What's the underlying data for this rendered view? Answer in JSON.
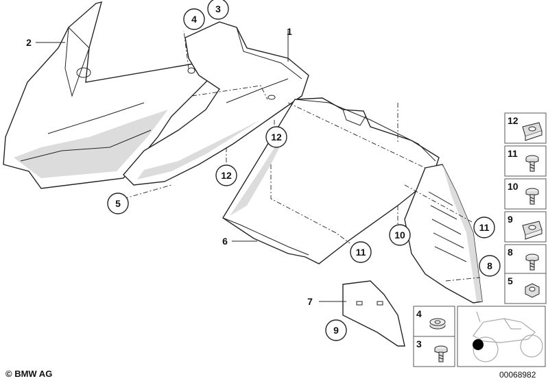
{
  "callouts": [
    {
      "label": "1",
      "circled": false
    },
    {
      "label": "2",
      "circled": false
    },
    {
      "label": "3",
      "circled": true
    },
    {
      "label": "4",
      "circled": true
    },
    {
      "label": "5",
      "circled": true
    },
    {
      "label": "6",
      "circled": false
    },
    {
      "label": "7",
      "circled": false
    },
    {
      "label": "8",
      "circled": true
    },
    {
      "label": "9",
      "circled": true
    },
    {
      "label": "10",
      "circled": true
    },
    {
      "label": "11",
      "circled": true
    },
    {
      "label": "11",
      "circled": true
    },
    {
      "label": "12",
      "circled": true
    },
    {
      "label": "12",
      "circled": true
    }
  ],
  "parts_legend": [
    {
      "label": "12",
      "part": "clip-nut"
    },
    {
      "label": "11",
      "part": "screw"
    },
    {
      "label": "10",
      "part": "screw"
    },
    {
      "label": "9",
      "part": "clip-nut"
    },
    {
      "label": "8",
      "part": "screw"
    },
    {
      "label": "5",
      "part": "hex-nut"
    },
    {
      "label": "4",
      "part": "washer"
    },
    {
      "label": "3",
      "part": "screw"
    }
  ],
  "footer": {
    "copyright": "© BMW AG",
    "drawing_number": "00068982"
  }
}
